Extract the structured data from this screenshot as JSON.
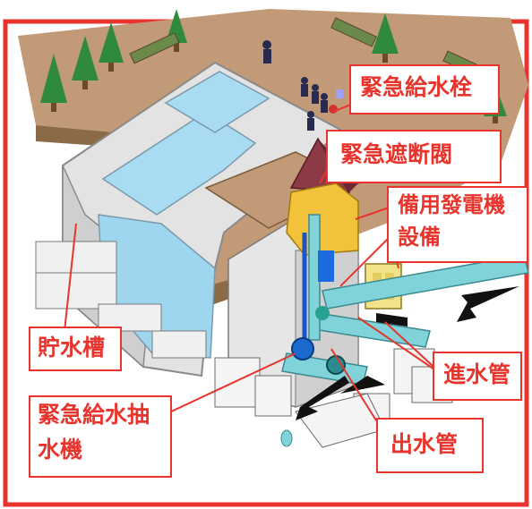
{
  "labels": {
    "emergency_hydrant": "緊急給水栓",
    "emergency_shutoff_valve": "緊急遮断閥",
    "backup_generator_line1": "備用發電機",
    "backup_generator_line2": "設備",
    "storage_tank": "貯水槽",
    "inlet_pipe": "進水管",
    "emergency_pump_line1": "緊急給水抽",
    "emergency_pump_line2": "水機",
    "outlet_pipe": "出水管"
  },
  "colors": {
    "label_red": "#e8342c",
    "ground_brown": "#c39a78",
    "water_blue": "#a9dcf2",
    "wall_grey": "#d6d6d6",
    "tree_green": "#2f8a3c"
  },
  "icons": [
    "tree-icon",
    "person-icon",
    "flow-arrow-icon"
  ]
}
